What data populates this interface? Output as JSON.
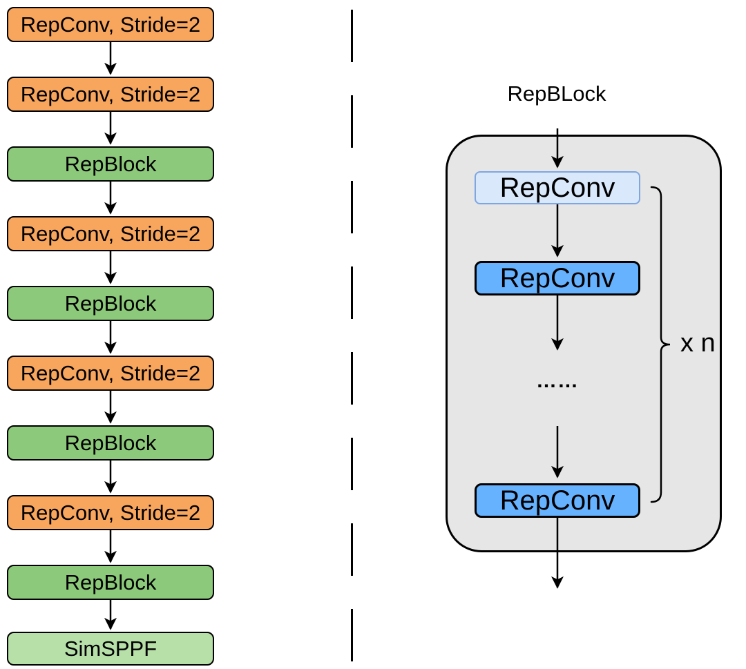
{
  "diagram": {
    "left_flow": {
      "nodes": [
        {
          "label": "RepConv, Stride=2",
          "type": "repconv-stride"
        },
        {
          "label": "RepConv, Stride=2",
          "type": "repconv-stride"
        },
        {
          "label": "RepBlock",
          "type": "repblock"
        },
        {
          "label": "RepConv, Stride=2",
          "type": "repconv-stride"
        },
        {
          "label": "RepBlock",
          "type": "repblock"
        },
        {
          "label": "RepConv, Stride=2",
          "type": "repconv-stride"
        },
        {
          "label": "RepBlock",
          "type": "repblock"
        },
        {
          "label": "RepConv, Stride=2",
          "type": "repconv-stride"
        },
        {
          "label": "RepBlock",
          "type": "repblock"
        },
        {
          "label": "SimSPPF",
          "type": "simsppf"
        }
      ]
    },
    "right_detail": {
      "title": "RepBLock",
      "nodes": [
        {
          "label": "RepConv",
          "type": "repconv-first"
        },
        {
          "label": "RepConv",
          "type": "repconv"
        },
        {
          "label": "RepConv",
          "type": "repconv"
        }
      ],
      "ellipsis": "……",
      "repeat_label": "x n"
    },
    "colors": {
      "orange": "#F8A55D",
      "green": "#8CC97A",
      "light_green": "#B7DFA8",
      "blue": "#66B2FF",
      "light_blue_fill": "#DAE8FC",
      "light_blue_border": "#7EA6E0",
      "container_gray": "#E6E6E6",
      "stroke": "#000000"
    }
  }
}
